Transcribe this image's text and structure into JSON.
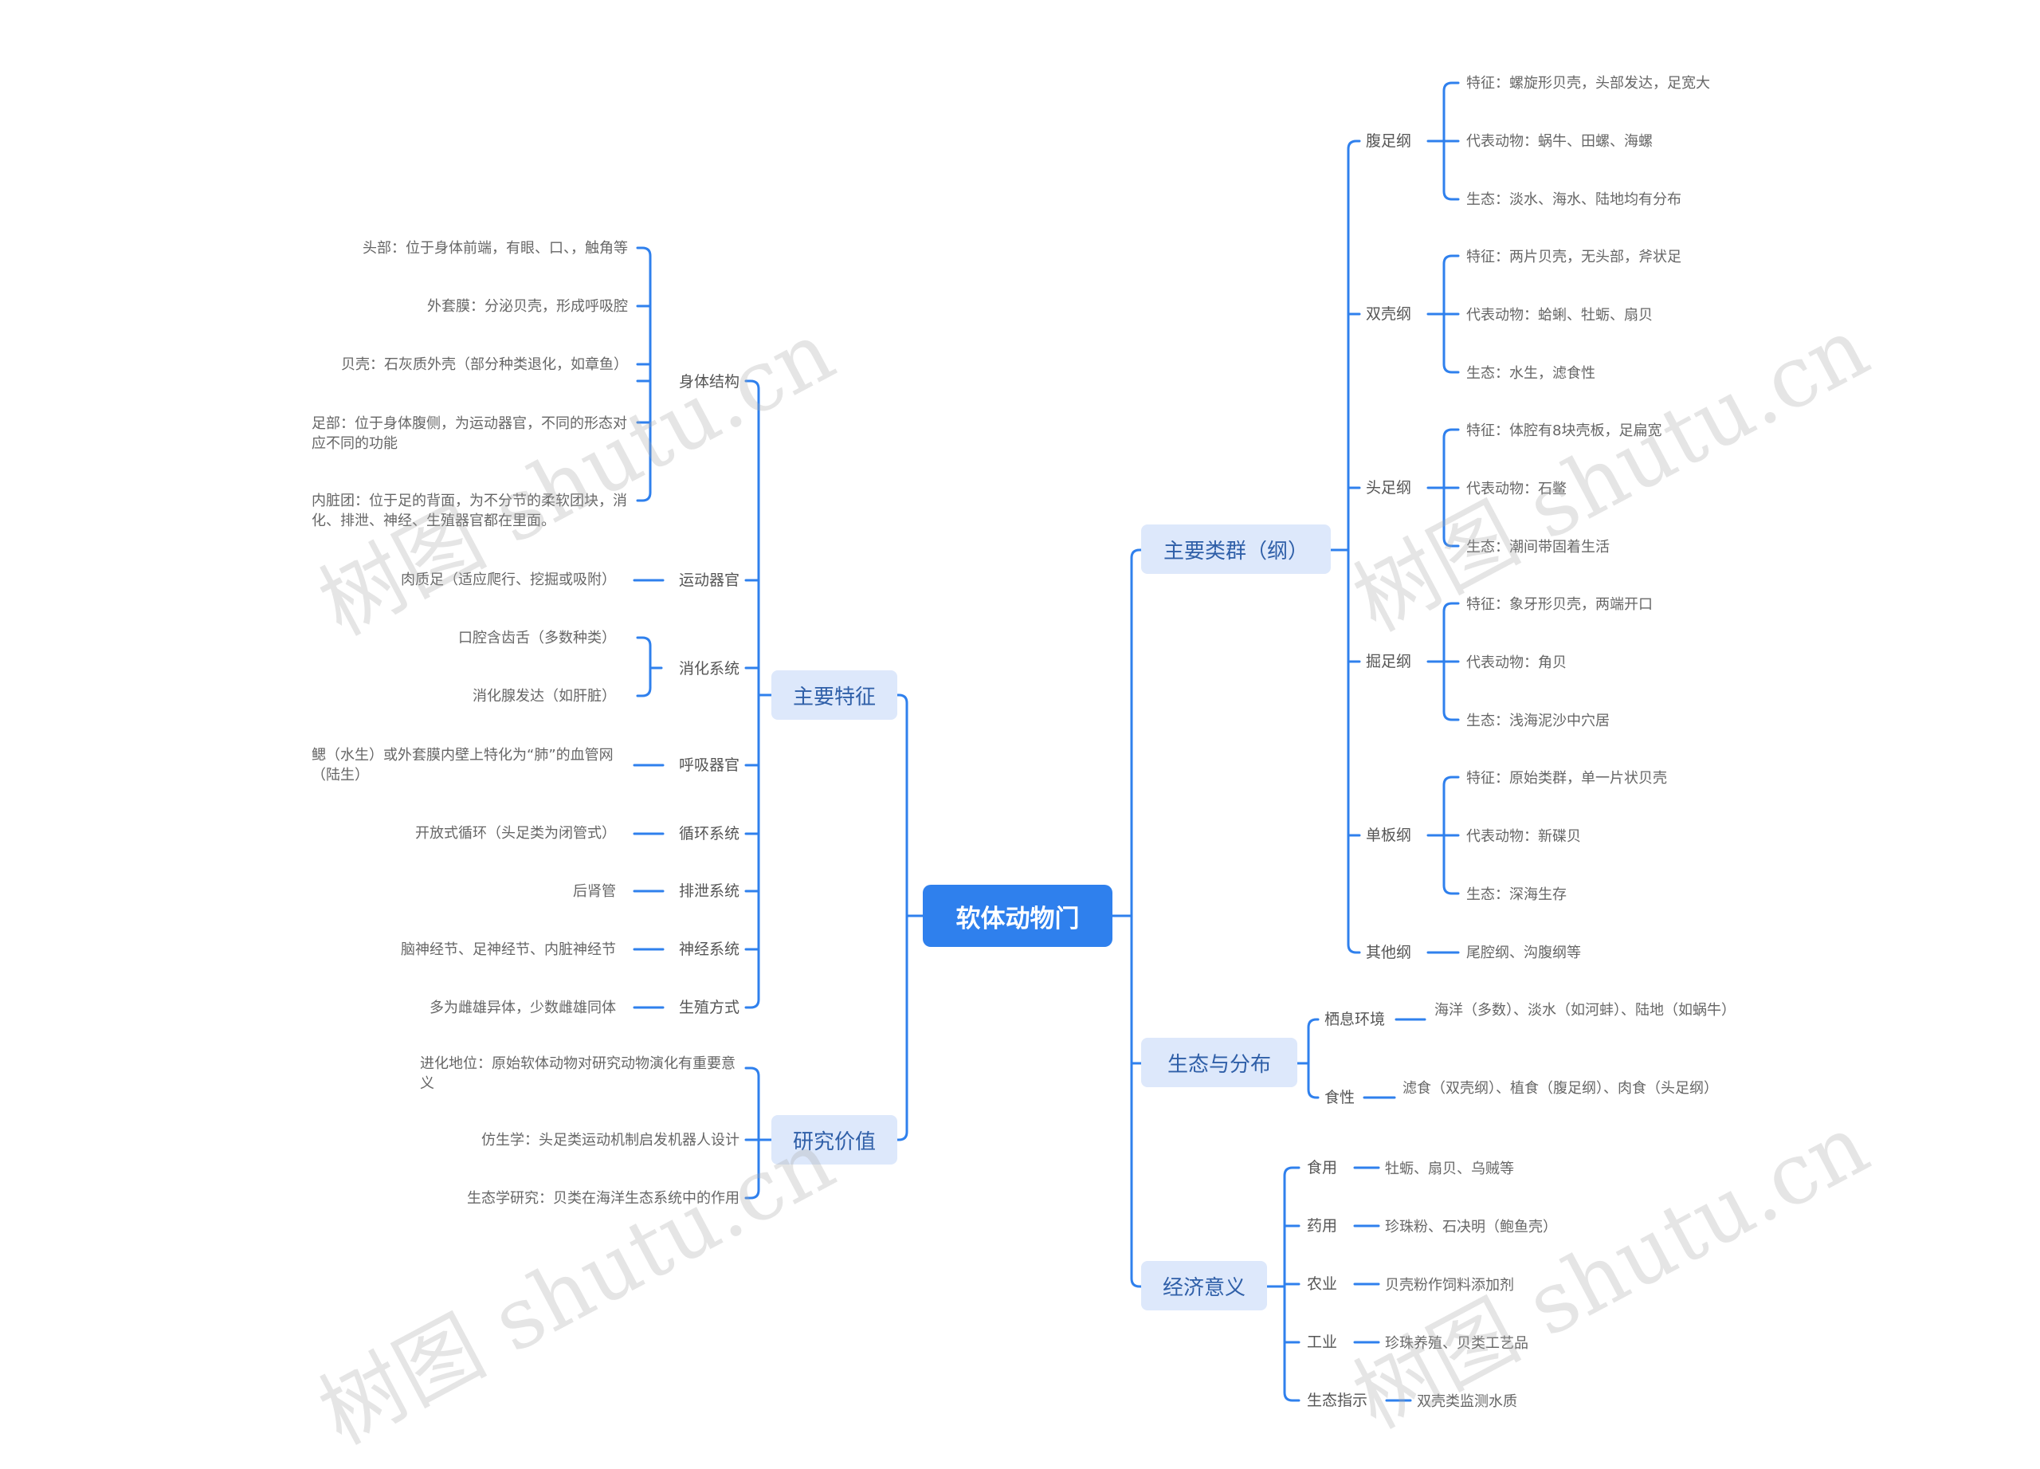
{
  "root": "软体动物门",
  "watermark": "树图 shutu.cn",
  "colors": {
    "line": "#2f80ed",
    "root": "#2f80ed",
    "main_bg": "#dde8fb"
  },
  "left": {
    "features": {
      "label": "主要特征",
      "body": {
        "label": "身体结构",
        "items": [
          "头部：位于身体前端，有眼、口、，触角等",
          "外套膜：分泌贝壳，形成呼吸腔",
          "贝壳：石灰质外壳（部分种类退化，如章鱼）",
          "足部：位于身体腹侧，为运动器官，不同的形态对应不同的功能",
          "内脏团：位于足的背面，为不分节的柔软团块，消化、排泄、神经、生殖器官都在里面。"
        ]
      },
      "motion": {
        "label": "运动器官",
        "items": [
          "肉质足（适应爬行、挖掘或吸附）"
        ]
      },
      "digest": {
        "label": "消化系统",
        "items": [
          "口腔含齿舌（多数种类）",
          "消化腺发达（如肝脏）"
        ]
      },
      "breath": {
        "label": "呼吸器官",
        "items": [
          "鳃（水生）或外套膜内壁上特化为“肺”的血管网（陆生）"
        ]
      },
      "circ": {
        "label": "循环系统",
        "items": [
          "开放式循环（头足类为闭管式）"
        ]
      },
      "excr": {
        "label": "排泄系统",
        "items": [
          "后肾管"
        ]
      },
      "nerve": {
        "label": "神经系统",
        "items": [
          "脑神经节、足神经节、内脏神经节"
        ]
      },
      "repro": {
        "label": "生殖方式",
        "items": [
          "多为雌雄异体，少数雌雄同体"
        ]
      }
    },
    "research": {
      "label": "研究价值",
      "items": [
        "进化地位：原始软体动物对研究动物演化有重要意义",
        "仿生学：头足类运动机制启发机器人设计",
        "生态学研究：贝类在海洋生态系统中的作用"
      ]
    }
  },
  "right": {
    "groups": {
      "label": "主要类群（纲）",
      "classes": [
        {
          "label": "腹足纲",
          "items": [
            "特征：螺旋形贝壳，头部发达，足宽大",
            "代表动物：蜗牛、田螺、海螺",
            "生态：淡水、海水、陆地均有分布"
          ]
        },
        {
          "label": "双壳纲",
          "items": [
            "特征：两片贝壳，无头部，斧状足",
            "代表动物：蛤蜊、牡蛎、扇贝",
            "生态：水生，滤食性"
          ]
        },
        {
          "label": "头足纲",
          "items": [
            "特征：体腔有8块壳板，足扁宽",
            "代表动物：石鳖",
            "生态：潮间带固着生活"
          ]
        },
        {
          "label": "掘足纲",
          "items": [
            "特征：象牙形贝壳，两端开口",
            "代表动物：角贝",
            "生态：浅海泥沙中穴居"
          ]
        },
        {
          "label": "单板纲",
          "items": [
            "特征：原始类群，单一片状贝壳",
            "代表动物：新碟贝",
            "生态：深海生存"
          ]
        },
        {
          "label": "其他纲",
          "items": [
            "尾腔纲、沟腹纲等"
          ]
        }
      ]
    },
    "ecology": {
      "label": "生态与分布",
      "habitat": {
        "label": "栖息环境",
        "items": [
          "海洋（多数）、淡水（如河蚌）、陆地（如蜗牛）"
        ]
      },
      "food": {
        "label": "食性",
        "items": [
          "滤食（双壳纲）、植食（腹足纲）、肉食（头足纲）"
        ]
      }
    },
    "economy": {
      "label": "经济意义",
      "rows": [
        {
          "label": "食用",
          "items": [
            "牡蛎、扇贝、乌贼等"
          ]
        },
        {
          "label": "药用",
          "items": [
            "珍珠粉、石决明（鲍鱼壳）"
          ]
        },
        {
          "label": "农业",
          "items": [
            "贝壳粉作饲料添加剂"
          ]
        },
        {
          "label": "工业",
          "items": [
            "珍珠养殖、贝类工艺品"
          ]
        },
        {
          "label": "生态指示",
          "items": [
            "双壳类监测水质"
          ]
        }
      ]
    }
  }
}
